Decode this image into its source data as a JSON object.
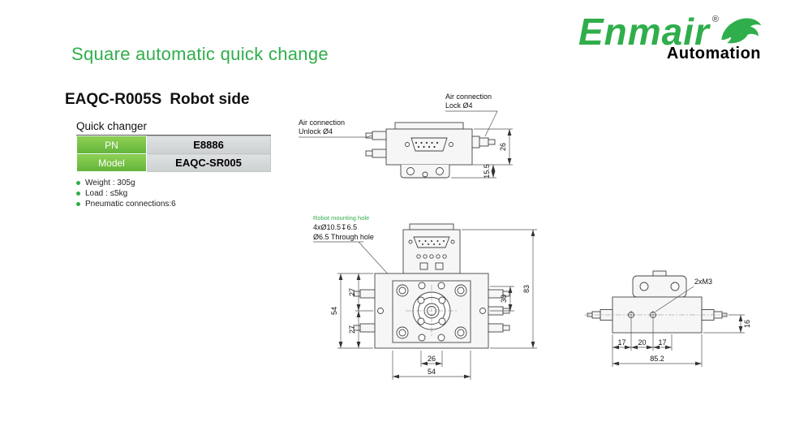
{
  "page": {
    "title": "Square automatic quick change",
    "heading_model": "EAQC-R005S",
    "heading_side": "Robot side"
  },
  "logo": {
    "brand": "Enmair",
    "reg": "®",
    "subtitle": "Automation"
  },
  "quick_changer": {
    "caption": "Quick changer",
    "rows": [
      {
        "label": "PN",
        "value": "E8886"
      },
      {
        "label": "Model",
        "value": "EAQC-SR005"
      }
    ]
  },
  "specs": {
    "items": [
      "Weight : 305g",
      "Load : ≤5kg",
      "Pneumatic connections:6"
    ]
  },
  "colors": {
    "accent_green": "#2fae4b",
    "table_label_bg": "#7cc242",
    "table_value_bg": "#d6d9da"
  },
  "side_view": {
    "unlock_label_line1": "Air connection",
    "unlock_label_line2": "Unlock Ø4",
    "lock_label_line1": "Air connection",
    "lock_label_line2": "Lock Ø4",
    "dim_height": "26",
    "dim_bottom": "15.5"
  },
  "front_view": {
    "note_line1": "Robot mounting hole",
    "note_line2": "4xØ10.5↧6.5",
    "note_line3": "Ø6.5 Through hole",
    "dim_plate_height": "54",
    "dim_half_top": "27",
    "dim_half_bottom": "27",
    "dim_center_holes": "26",
    "dim_plate_width": "54",
    "dim_right_inner": "30",
    "dim_total_height": "83"
  },
  "end_view": {
    "thread_note": "2xM3",
    "dim_seg1": "17",
    "dim_seg2": "20",
    "dim_seg3": "17",
    "dim_total": "85.2",
    "dim_height": "16"
  }
}
